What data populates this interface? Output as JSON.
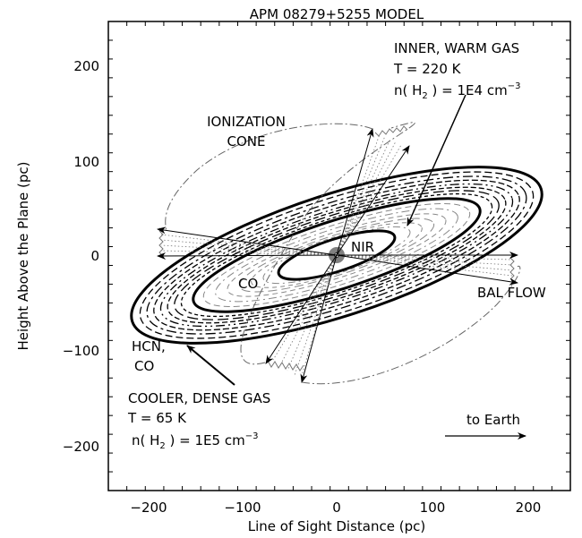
{
  "title": "APM 08279+5255  MODEL",
  "axes": {
    "xlabel": "Line of Sight Distance (pc)",
    "ylabel": "Height Above the Plane (pc)",
    "xticks": [
      "−200",
      "−100",
      "0",
      "100",
      "200"
    ],
    "yticks": [
      "200",
      "100",
      "0",
      "−100",
      "−200"
    ],
    "xlim": [
      -250,
      250
    ],
    "ylim": [
      -250,
      250
    ]
  },
  "labels": {
    "inner_line1": "INNER, WARM GAS",
    "inner_line2": "T = 220 K",
    "inner_n": "n( H",
    "inner_sub": "2",
    "inner_rest": " ) = 1E4 cm",
    "inner_sup": "−3",
    "ion_line1": "IONIZATION",
    "ion_line2": "CONE",
    "nir": "NIR",
    "co": "CO",
    "bal": "BAL FLOW",
    "hcn_line1": "HCN,",
    "hcn_line2": "CO",
    "cool_line1": "COOLER, DENSE GAS",
    "cool_line2": "T = 65 K",
    "cool_n": "n( H",
    "cool_sub": "2",
    "cool_rest": " ) = 1E5 cm",
    "cool_sup": "−3",
    "earth": "to Earth"
  },
  "colors": {
    "ink": "#000000",
    "dash_gray": "#707070",
    "core_gray": "#808080"
  }
}
